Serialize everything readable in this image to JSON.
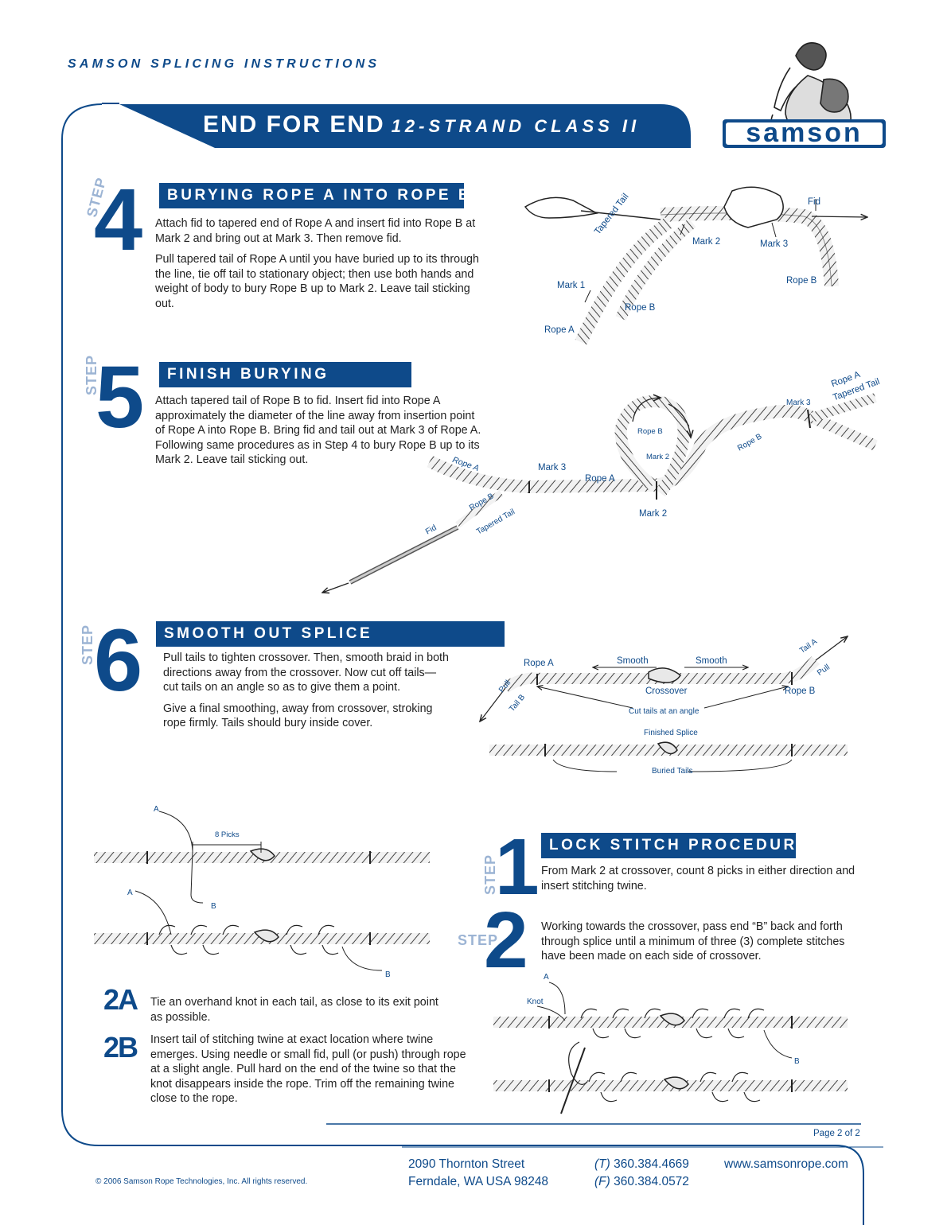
{
  "header": {
    "title": "SAMSON SPLICING INSTRUCTIONS",
    "banner_main": "END FOR END",
    "banner_sub": "12-STRAND CLASS II",
    "logo_text": "samson"
  },
  "step4": {
    "step_word": "STEP",
    "number": "4",
    "heading": "BURYING ROPE A INTO ROPE B",
    "para1": "Attach fid to tapered end of Rope A and insert fid into Rope B at Mark 2 and bring out at Mark 3. Then remove fid.",
    "para2": "Pull tapered tail of Rope A until you have buried up to its through the line, tie off tail to stationary object; then use both hands and weight of body to bury Rope B up to Mark 2. Leave tail sticking out.",
    "labels": {
      "fid": "Fid",
      "tapered_tail": "Tapered Tail",
      "mark2": "Mark 2",
      "mark3": "Mark 3",
      "rope_b_right": "Rope B",
      "mark1": "Mark 1",
      "rope_b": "Rope B",
      "rope_a": "Rope A"
    }
  },
  "step5": {
    "step_word": "STEP",
    "number": "5",
    "heading": "FINISH BURYING",
    "para1": "Attach tapered tail of Rope B to fid. Insert fid into Rope A approximately the diameter of the line away from insertion point of Rope A into Rope B. Bring fid and tail out at Mark 3 of Rope A. Following same procedures as in Step 4 to bury Rope B up to its Mark 2. Leave tail sticking out.",
    "labels": {
      "rope_a_tr": "Rope A",
      "tapered_tail_tr": "Tapered Tail",
      "mark3_tr": "Mark 3",
      "rope_b_diag": "Rope B",
      "rope_b_loop": "Rope B",
      "mark2_loop": "Mark 2",
      "rope_a_left": "Rope A",
      "mark3": "Mark 3",
      "rope_a_mid": "Rope A",
      "rope_b_left": "Rope B",
      "tapered_tail_left": "Tapered Tail",
      "fid": "Fid",
      "mark2_bottom": "Mark 2"
    }
  },
  "step6": {
    "step_word": "STEP",
    "number": "6",
    "heading": "SMOOTH OUT SPLICE",
    "para1": "Pull tails to tighten crossover. Then, smooth braid in both directions away from the crossover. Now cut off tails—cut tails on an angle so as to  give them a point.",
    "para2": "Give a final smoothing, away from crossover, stroking rope firmly. Tails should bury inside cover.",
    "labels": {
      "rope_a": "Rope A",
      "smooth_left": "Smooth",
      "smooth_right": "Smooth",
      "tail_a": "Tail A",
      "pull_right": "Pull",
      "pull_left": "Pull",
      "tail_b": "Tail B",
      "crossover": "Crossover",
      "rope_b": "Rope B",
      "cut_tails": "Cut tails at an angle",
      "finished_splice": "Finished Splice",
      "buried_tails": "Buried Tails"
    }
  },
  "lock_stitch": {
    "heading": "LOCK STITCH PROCEDURE",
    "step1_number": "1",
    "step1_word": "STEP",
    "step1_text": "From Mark 2 at crossover, count 8 picks in either direction and insert stitching twine.",
    "step2_number": "2",
    "step2_word": "STEP",
    "step2_text": "Working towards the crossover, pass end “B” back and forth through splice until a minimum of three (3) complete stitches have been made on each side of crossover.",
    "labels": {
      "a_top": "A",
      "eight_picks": "8 Picks",
      "a_mid": "A",
      "b_mid": "B",
      "b_low": "B",
      "a_right": "A",
      "knot": "Knot",
      "b_right": "B"
    }
  },
  "step2a": {
    "number": "2A",
    "text": "Tie an overhand knot in each tail, as close to its exit point as possible."
  },
  "step2b": {
    "number": "2B",
    "text": "Insert tail of stitching twine at exact location where twine emerges. Using needle or small fid, pull (or push) through rope at a slight angle. Pull hard on the end of the twine so that the knot disappears inside the rope. Trim off the remaining twine close to the rope."
  },
  "footer": {
    "page": "Page 2 of 2",
    "street": "2090 Thornton Street",
    "city": "Ferndale, WA USA 98248",
    "phone_prefix": "(T)",
    "phone": "360.384.4669",
    "fax_prefix": "(F)",
    "fax": "360.384.0572",
    "website": "www.samsonrope.com",
    "copyright": "© 2006 Samson Rope Technologies, Inc. All rights reserved."
  },
  "colors": {
    "brand_blue": "#0e4a8a",
    "step_word_light": "#9cb4d4"
  }
}
